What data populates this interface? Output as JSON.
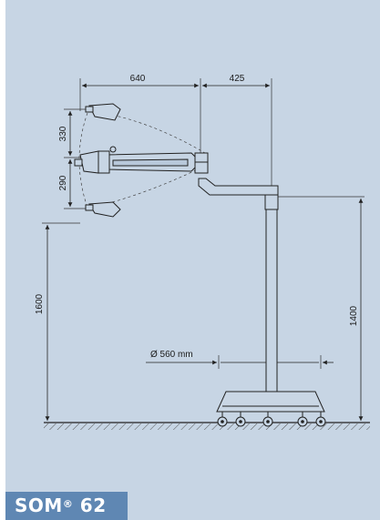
{
  "diagram": {
    "dimensions": {
      "arm_length": "640",
      "arm_offset": "425",
      "head_up": "330",
      "head_down": "290",
      "total_height": "1600",
      "column_height": "1400",
      "base_diameter": "Ø 560 mm"
    },
    "colors": {
      "background": "#c7d5e4",
      "line": "#222222",
      "badge": "#5f87b3"
    }
  },
  "product_label": {
    "name": "SOM",
    "mark": "®",
    "model": "62"
  }
}
